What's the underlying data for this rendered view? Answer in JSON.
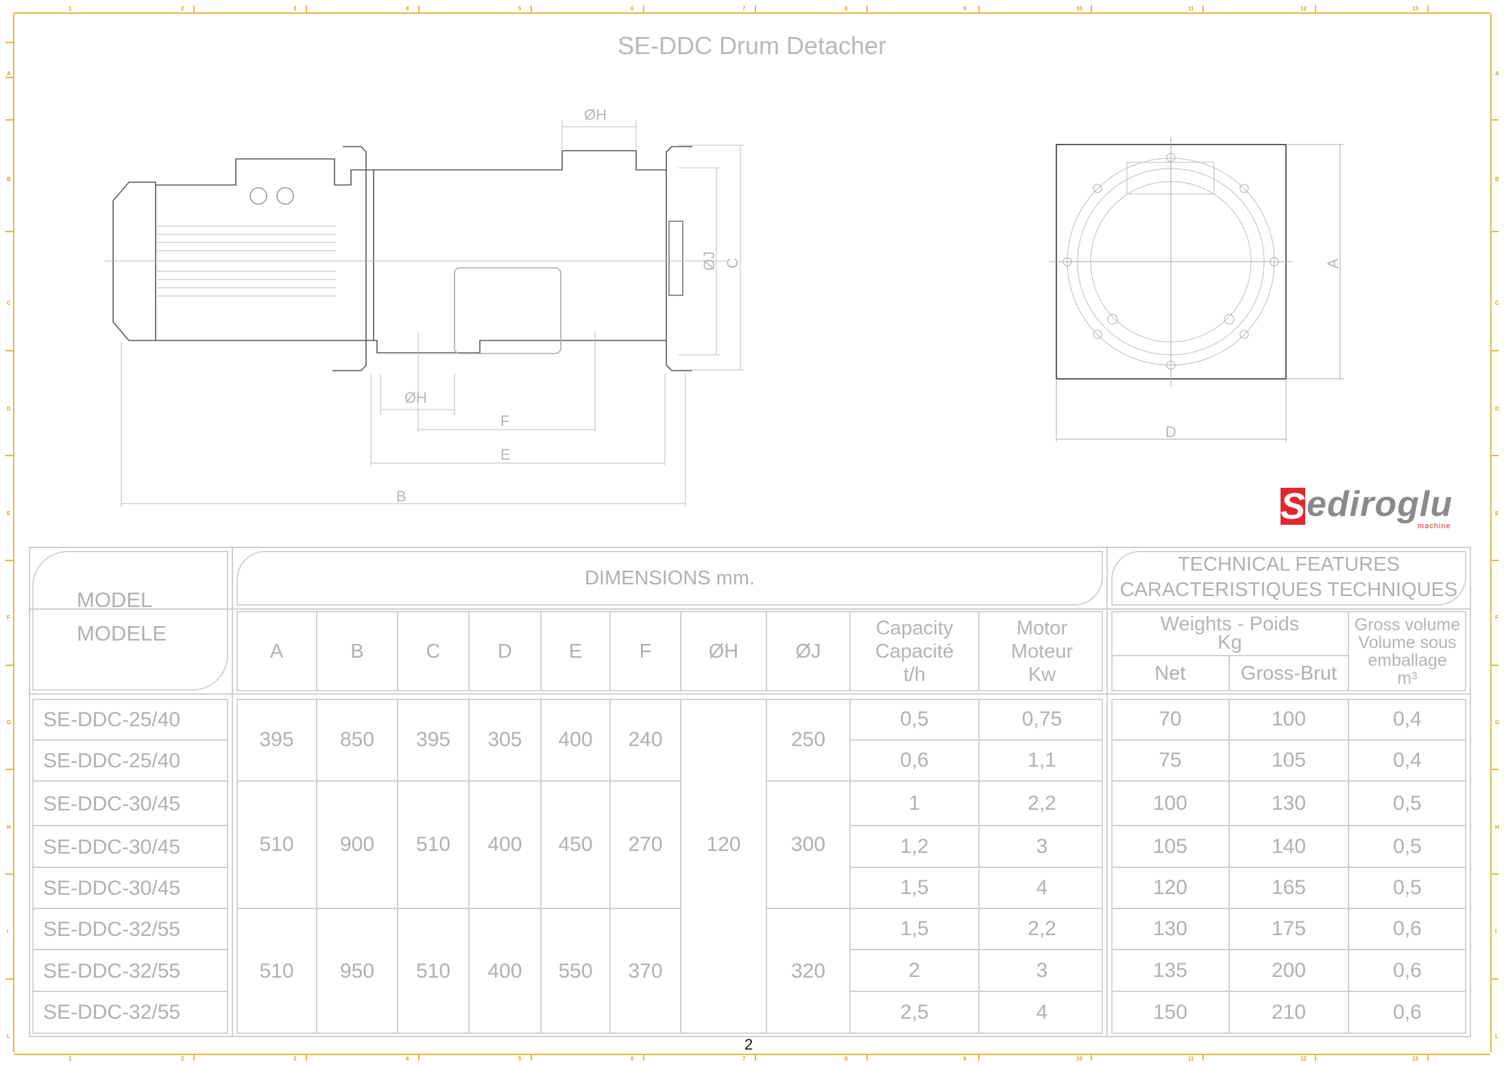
{
  "document": {
    "title": "SE-DDC Drum Detacher",
    "page_number": "2",
    "brand": {
      "initial": "S",
      "word": "ediroglu",
      "sub": "machine",
      "colors": {
        "red": "#e2282e",
        "gray": "#8a8a8a"
      }
    },
    "frame": {
      "top_columns": [
        "1",
        "2",
        "3",
        "4",
        "5",
        "6",
        "7",
        "8",
        "9",
        "10",
        "11",
        "12",
        "13"
      ],
      "side_rows": [
        "A",
        "B",
        "C",
        "D",
        "E",
        "F",
        "G",
        "H",
        "I",
        "L"
      ],
      "color": "#e8b640"
    },
    "drawing_labels": {
      "side_view": {
        "oh_top": "ØH",
        "oh_bottom": "ØH",
        "oj": "ØJ",
        "c": "C",
        "f": "F",
        "e": "E",
        "b": "B"
      },
      "front_view": {
        "a": "A",
        "d": "D"
      }
    }
  },
  "table": {
    "model_header": [
      "MODEL",
      "MODELE"
    ],
    "dimensions_header": "DIMENSIONS mm.",
    "tech_header": [
      "TECHNICAL FEATURES",
      "CARACTERISTIQUES TECHNIQUES"
    ],
    "dim_columns": [
      "A",
      "B",
      "C",
      "D",
      "E",
      "F",
      "ØH",
      "ØJ"
    ],
    "capacity_header": [
      "Capacity",
      "Capacité",
      "t/h"
    ],
    "motor_header": [
      "Motor",
      "Moteur",
      "Kw"
    ],
    "weights_header": [
      "Weights - Poids",
      "Kg"
    ],
    "net_header": "Net",
    "gross_header": "Gross-Brut",
    "volume_header": [
      "Gross volume",
      "Volume sous",
      "emballage",
      "m³"
    ],
    "rows": [
      {
        "model": "SE-DDC-25/40",
        "capacity": "0,5",
        "motor": "0,75",
        "net": "70",
        "gross": "100",
        "volume": "0,4"
      },
      {
        "model": "SE-DDC-25/40",
        "capacity": "0,6",
        "motor": "1,1",
        "net": "75",
        "gross": "105",
        "volume": "0,4"
      },
      {
        "model": "SE-DDC-30/45",
        "capacity": "1",
        "motor": "2,2",
        "net": "100",
        "gross": "130",
        "volume": "0,5"
      },
      {
        "model": "SE-DDC-30/45",
        "capacity": "1,2",
        "motor": "3",
        "net": "105",
        "gross": "140",
        "volume": "0,5"
      },
      {
        "model": "SE-DDC-30/45",
        "capacity": "1,5",
        "motor": "4",
        "net": "120",
        "gross": "165",
        "volume": "0,5"
      },
      {
        "model": "SE-DDC-32/55",
        "capacity": "1,5",
        "motor": "2,2",
        "net": "130",
        "gross": "175",
        "volume": "0,6"
      },
      {
        "model": "SE-DDC-32/55",
        "capacity": "2",
        "motor": "3",
        "net": "135",
        "gross": "200",
        "volume": "0,6"
      },
      {
        "model": "SE-DDC-32/55",
        "capacity": "2,5",
        "motor": "4",
        "net": "150",
        "gross": "210",
        "volume": "0,6"
      }
    ],
    "dim_groups": [
      {
        "A": "395",
        "B": "850",
        "C": "395",
        "D": "305",
        "E": "400",
        "F": "240",
        "OJ": "250"
      },
      {
        "A": "510",
        "B": "900",
        "C": "510",
        "D": "400",
        "E": "450",
        "F": "270",
        "OJ": "300"
      },
      {
        "A": "510",
        "B": "950",
        "C": "510",
        "D": "400",
        "E": "550",
        "F": "370",
        "OJ": "320"
      }
    ],
    "oh_all": "120"
  }
}
